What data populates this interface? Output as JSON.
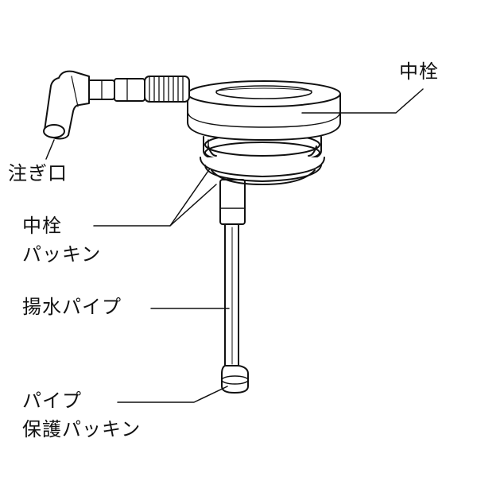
{
  "labels": {
    "nakasen": "中栓",
    "spout": "注ぎ口",
    "packing_line1": "中栓",
    "packing_line2": "パッキン",
    "pump_pipe": "揚水パイプ",
    "protect_line1": "パイプ",
    "protect_line2": "保護パッキン"
  },
  "colors": {
    "ink": "#111111",
    "fill": "#ffffff",
    "shade": "#d9d9d9"
  }
}
